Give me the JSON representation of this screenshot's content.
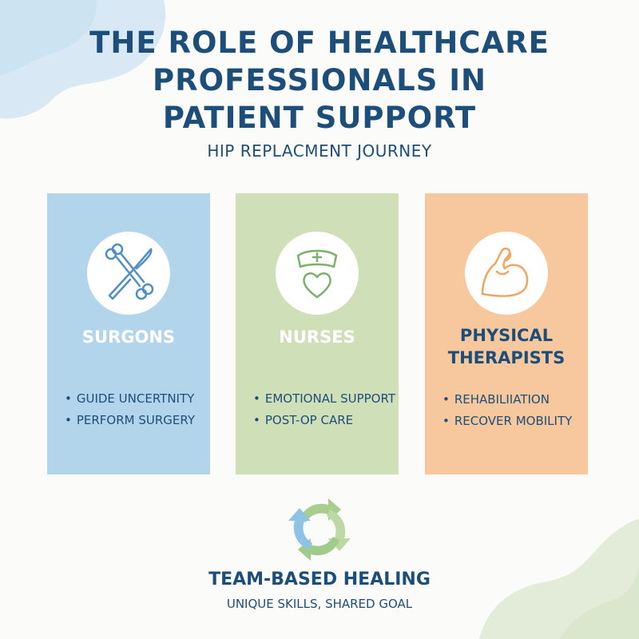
{
  "header": {
    "title_lines": [
      "THE ROLE OF HEALTHCARE",
      "PROFESSIONALS IN",
      "PATIENT SUPPORT"
    ],
    "subtitle": "HIP REPLACMENT JOURNEY"
  },
  "cards": [
    {
      "title": "SURGONS",
      "icon": "bone-scalpel-icon",
      "color": "#b3d5ec",
      "items": [
        "GUIDE UNCERTNITY",
        "PERFORM SURGERY"
      ]
    },
    {
      "title": "NURSES",
      "icon": "nurse-cap-heart-icon",
      "color": "#cfe0b9",
      "items": [
        "EMOTIONAL SUPPORT",
        "POST-OP CARE"
      ]
    },
    {
      "title_lines": [
        "PHYSICAL",
        "THERAPISTS"
      ],
      "icon": "flexed-arm-icon",
      "color": "#f7c79d",
      "items": [
        "REHABILIIATION",
        "RECOVER MOBILITY"
      ]
    }
  ],
  "footer": {
    "icon": "cycle-arrows-icon",
    "title": "TEAM-BASED HEALING",
    "subtitle": "UNIQUE SKILLS, SHARED GOAL"
  },
  "colors": {
    "text_primary": "#1d4e79",
    "blue": "#b3d5ec",
    "green": "#cfe0b9",
    "orange": "#f7c79d",
    "icon_blue": "#4f8fc2",
    "icon_green": "#7ab06a",
    "icon_orange": "#f0a560"
  }
}
